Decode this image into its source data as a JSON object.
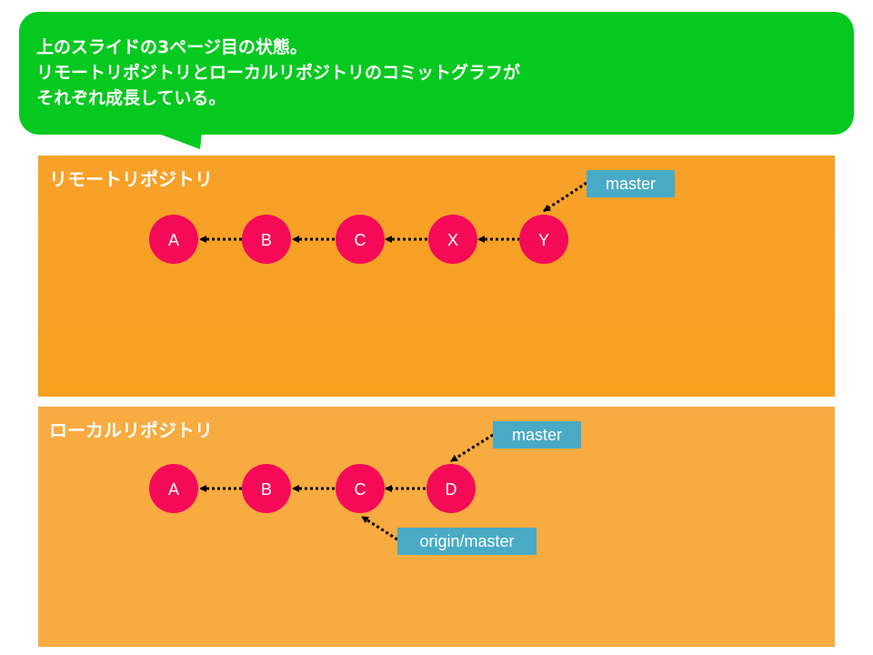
{
  "callout": {
    "lines": [
      "上のスライドの3ページ目の状態。",
      "リモートリポジトリとローカルリポジトリのコミットグラフが",
      "それぞれ成長している。"
    ]
  },
  "remote": {
    "title": "リモートリポジトリ",
    "commits": [
      "A",
      "B",
      "C",
      "X",
      "Y"
    ],
    "branch_label": "master"
  },
  "local": {
    "title": "ローカルリポジトリ",
    "commits": [
      "A",
      "B",
      "C",
      "D"
    ],
    "branch_label": "master",
    "tracking_label": "origin/master"
  },
  "colors": {
    "callout_bg": "#06c920",
    "remote_panel": "#f6a020",
    "local_panel": "#f7ab40",
    "commit_node": "#f50a58",
    "branch_tag": "#49aac5"
  }
}
